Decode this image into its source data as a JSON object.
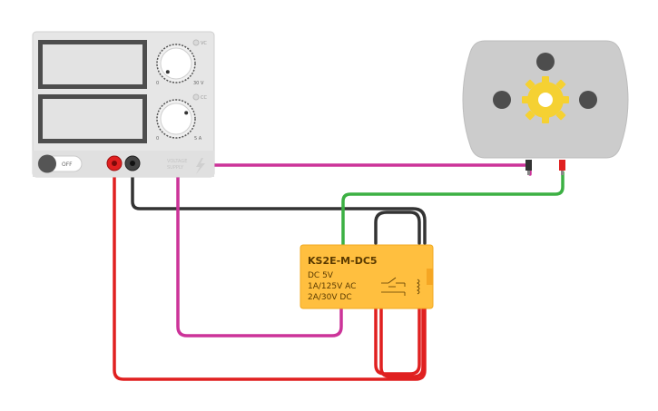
{
  "power_supply": {
    "voltage_mode_label": "VC",
    "current_mode_label": "CC",
    "voltage_min": "0",
    "voltage_max": "30 V",
    "current_min": "0",
    "current_max": "5 A",
    "switch_label": "OFF",
    "brand_line1": "VOLTAGE",
    "brand_line2": "SUPPLY",
    "voltage_knob_level": 0.0,
    "current_knob_level": 0.72
  },
  "relay": {
    "part_number": "KS2E-M-DC5",
    "line1": "DC 5V",
    "line2": "1A/125V AC",
    "line3": "2A/30V DC"
  },
  "colors": {
    "wire_red": "#e02020",
    "wire_black": "#333333",
    "wire_magenta": "#cc3399",
    "wire_green": "#3cb043",
    "relay_body": "#ffbf3f",
    "psu_body": "#e6e6e6",
    "motor_body": "#cccccc",
    "gear": "#f5d132"
  }
}
